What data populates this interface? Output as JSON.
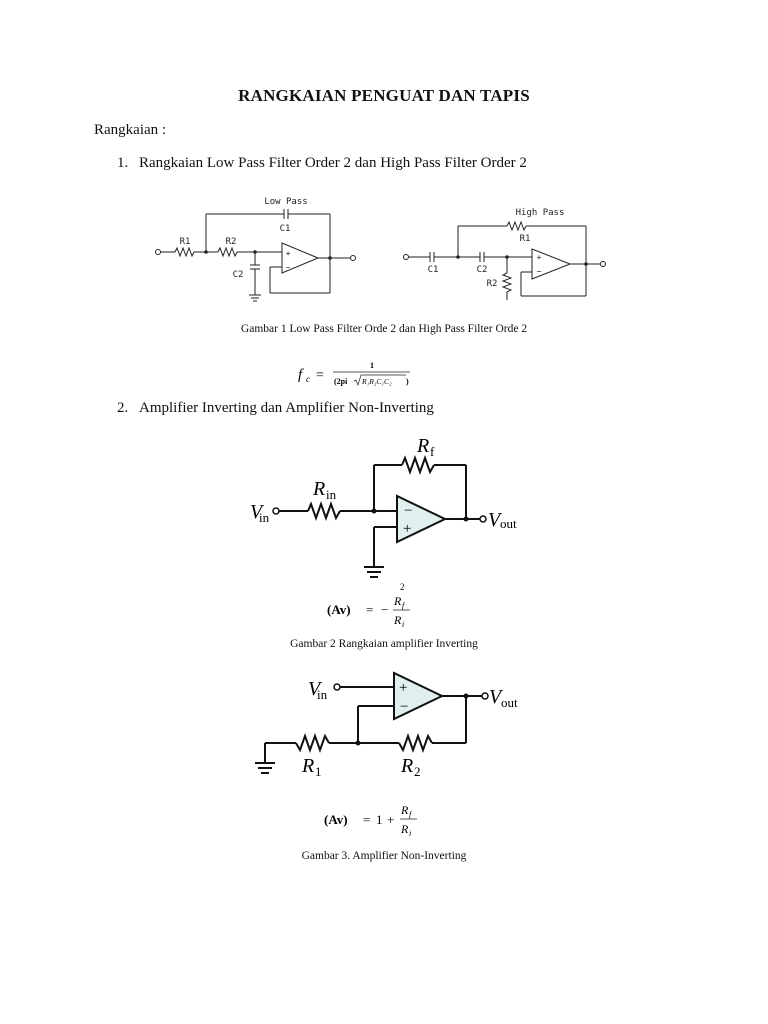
{
  "document": {
    "title": "RANGKAIAN PENGUAT DAN TAPIS",
    "section_label": "Rangkaian :",
    "items": [
      {
        "number": "1.",
        "text": "Rangkaian Low Pass Filter Order 2 dan High Pass Filter Order 2"
      },
      {
        "number": "2.",
        "text": "Amplifier Inverting dan Amplifier Non-Inverting"
      }
    ],
    "figure1": {
      "low_pass_title": "Low Pass",
      "high_pass_title": "High Pass",
      "lp_labels": {
        "r1": "R1",
        "r2": "R2",
        "c1": "C1",
        "c2": "C2"
      },
      "hp_labels": {
        "r1": "R1",
        "r2": "R2",
        "c1": "C1",
        "c2": "C2"
      },
      "caption": "Gambar 1 Low Pass Filter Orde 2 dan High Pass Filter Orde 2"
    },
    "formula1": {
      "lhs": "f",
      "lhs_sub": "c",
      "eq": "=",
      "numerator": "1",
      "den_open": "(2pi",
      "den_radicand": "R₁R₂C₁C₂",
      "den_close": ")"
    },
    "figure2": {
      "rf": "R",
      "rf_sub": "f",
      "rin": "R",
      "rin_sub": "in",
      "vin": "V",
      "vin_sub": "in",
      "vout": "V",
      "vout_sub": "out",
      "minus": "−",
      "plus": "+",
      "stray_mark": "2",
      "caption": "Gambar 2 Rangkaian amplifier Inverting"
    },
    "formula2": {
      "lhs": "(Av)",
      "eq": "=",
      "sign": "−",
      "num": "R",
      "num_sub": "f",
      "den": "R",
      "den_sub": "i"
    },
    "figure3": {
      "vin": "V",
      "vin_sub": "in",
      "vout": "V",
      "vout_sub": "out",
      "r1": "R",
      "r1_sub": "1",
      "r2": "R",
      "r2_sub": "2",
      "minus": "−",
      "plus": "+",
      "caption": "Gambar 3. Amplifier Non-Inverting"
    },
    "formula3": {
      "lhs": "(Av)",
      "eq": "=",
      "one": "1",
      "plus": "+",
      "num": "R",
      "num_sub": "f",
      "den": "R",
      "den_sub": "i"
    }
  }
}
